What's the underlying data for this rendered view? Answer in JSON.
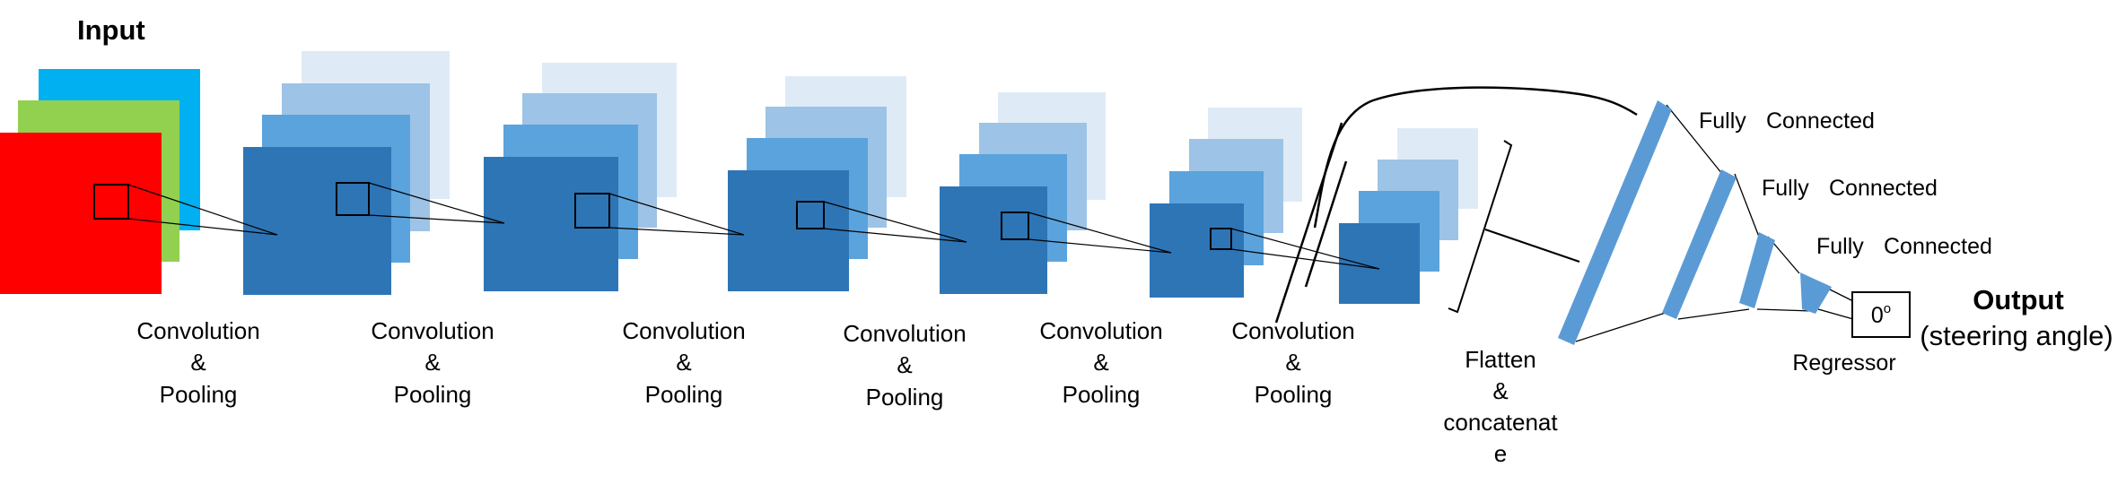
{
  "input_title": "Input",
  "conv_block": {
    "line1": "Convolution",
    "line2": "&",
    "line3": "Pooling"
  },
  "flatten_block": {
    "line1": "Flatten",
    "line2": "&",
    "line3": "concatenat",
    "line4": "e"
  },
  "fc_label": {
    "word1": "Fully",
    "word2": "Connected"
  },
  "regressor_label": "Regressor",
  "output_value": "0",
  "output_value_sup": "o",
  "output_title": "Output",
  "output_subtitle": "(steering angle)",
  "colors": {
    "input_red": "#ff0000",
    "input_green": "#92d050",
    "input_blue": "#00b0f0",
    "layer_dark": "#2e75b6",
    "layer_mid": "#5ba3dc",
    "layer_light": "#9dc3e6",
    "layer_pale": "#deebf7",
    "fc_blue": "#5b9bd5"
  }
}
